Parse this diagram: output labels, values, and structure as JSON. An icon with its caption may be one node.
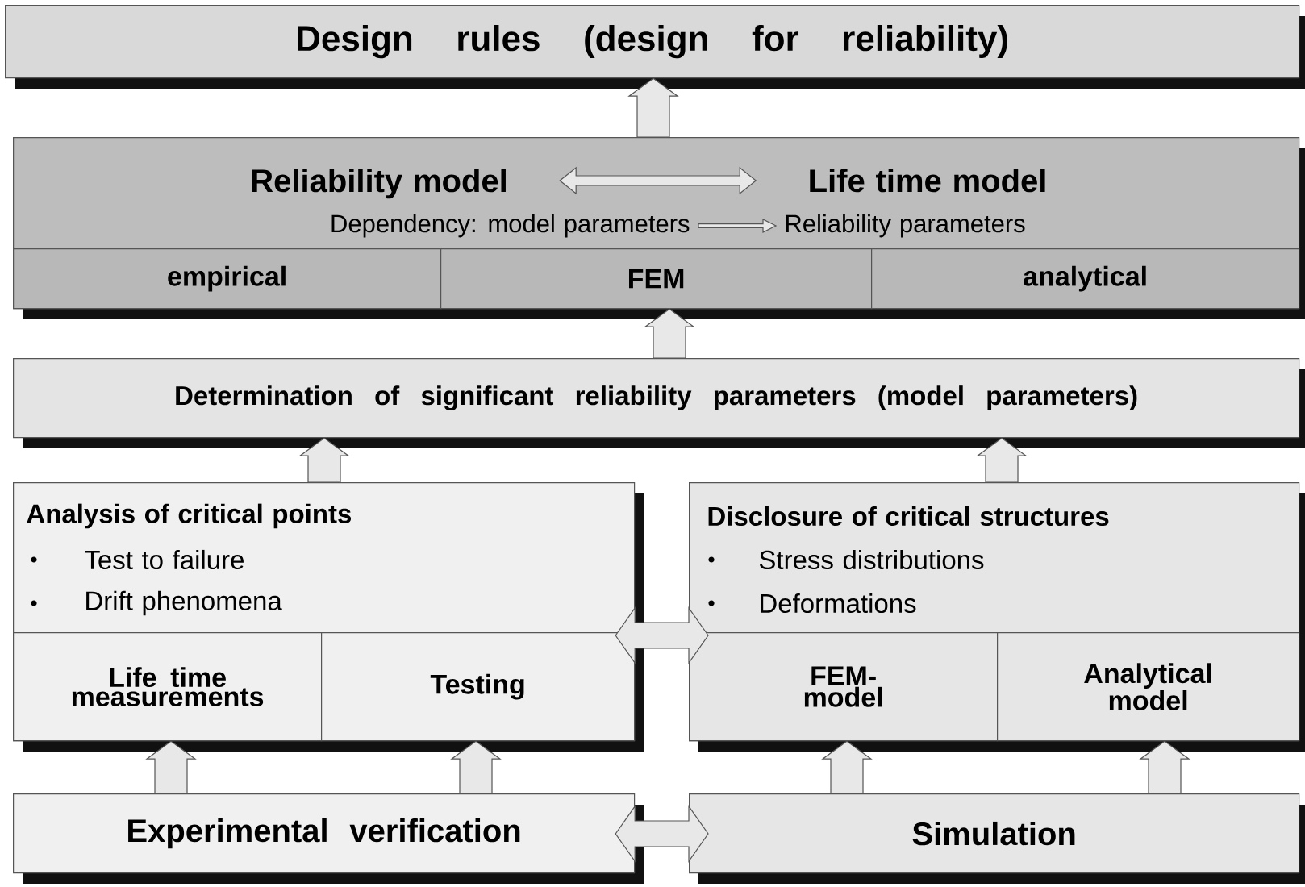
{
  "diagram": {
    "nodes": [
      {
        "text": [
          "Design rules (design for reliability)"
        ]
      },
      {
        "text": [],
        "shape": "box"
      },
      {
        "text": [
          "Reliability model"
        ],
        "in": 1
      },
      {
        "text": [
          "Life time model"
        ],
        "in": 1
      },
      {
        "text": [
          "Dependency: model parameters"
        ],
        "in": 1
      },
      {
        "text": [
          "Reliability parameters"
        ],
        "in": 1
      },
      {
        "text": [
          "empirical"
        ],
        "in": 1
      },
      {
        "text": [
          "FEM"
        ],
        "in": 1
      },
      {
        "text": [
          "analytical"
        ],
        "in": 1
      },
      {
        "text": [
          "Determination of significant reliability parameters (model parameters)"
        ]
      },
      {
        "text": [
          "Analysis of critical points",
          "Test to failure",
          "Drift phenomena"
        ]
      },
      {
        "text": [
          "Life time measurements"
        ],
        "in": 10
      },
      {
        "text": [
          "Testing"
        ],
        "in": 10
      },
      {
        "text": [
          "Disclosure of critical structures",
          "Stress distributions",
          "Deformations"
        ]
      },
      {
        "text": [
          "FEM- model"
        ],
        "in": 13
      },
      {
        "text": [
          "Analytical model"
        ],
        "in": 13
      },
      {
        "text": [
          "Experimental verification"
        ]
      },
      {
        "text": [
          "Simulation"
        ]
      }
    ],
    "edges": [
      {
        "from": 1,
        "to": 0,
        "arrow": "to"
      },
      {
        "from": 2,
        "to": 3,
        "arrow": "both"
      },
      {
        "from": 4,
        "to": 5,
        "arrow": "to"
      },
      {
        "from": 9,
        "to": 1,
        "arrow": "to"
      },
      {
        "from": 10,
        "to": 9,
        "arrow": "to"
      },
      {
        "from": 13,
        "to": 9,
        "arrow": "to"
      },
      {
        "from": 10,
        "to": 13,
        "arrow": "both"
      },
      {
        "from": 16,
        "to": 11,
        "arrow": "to"
      },
      {
        "from": 16,
        "to": 12,
        "arrow": "to"
      },
      {
        "from": 17,
        "to": 14,
        "arrow": "to"
      },
      {
        "from": 17,
        "to": 15,
        "arrow": "to"
      },
      {
        "from": 16,
        "to": 17,
        "arrow": "both"
      }
    ]
  }
}
